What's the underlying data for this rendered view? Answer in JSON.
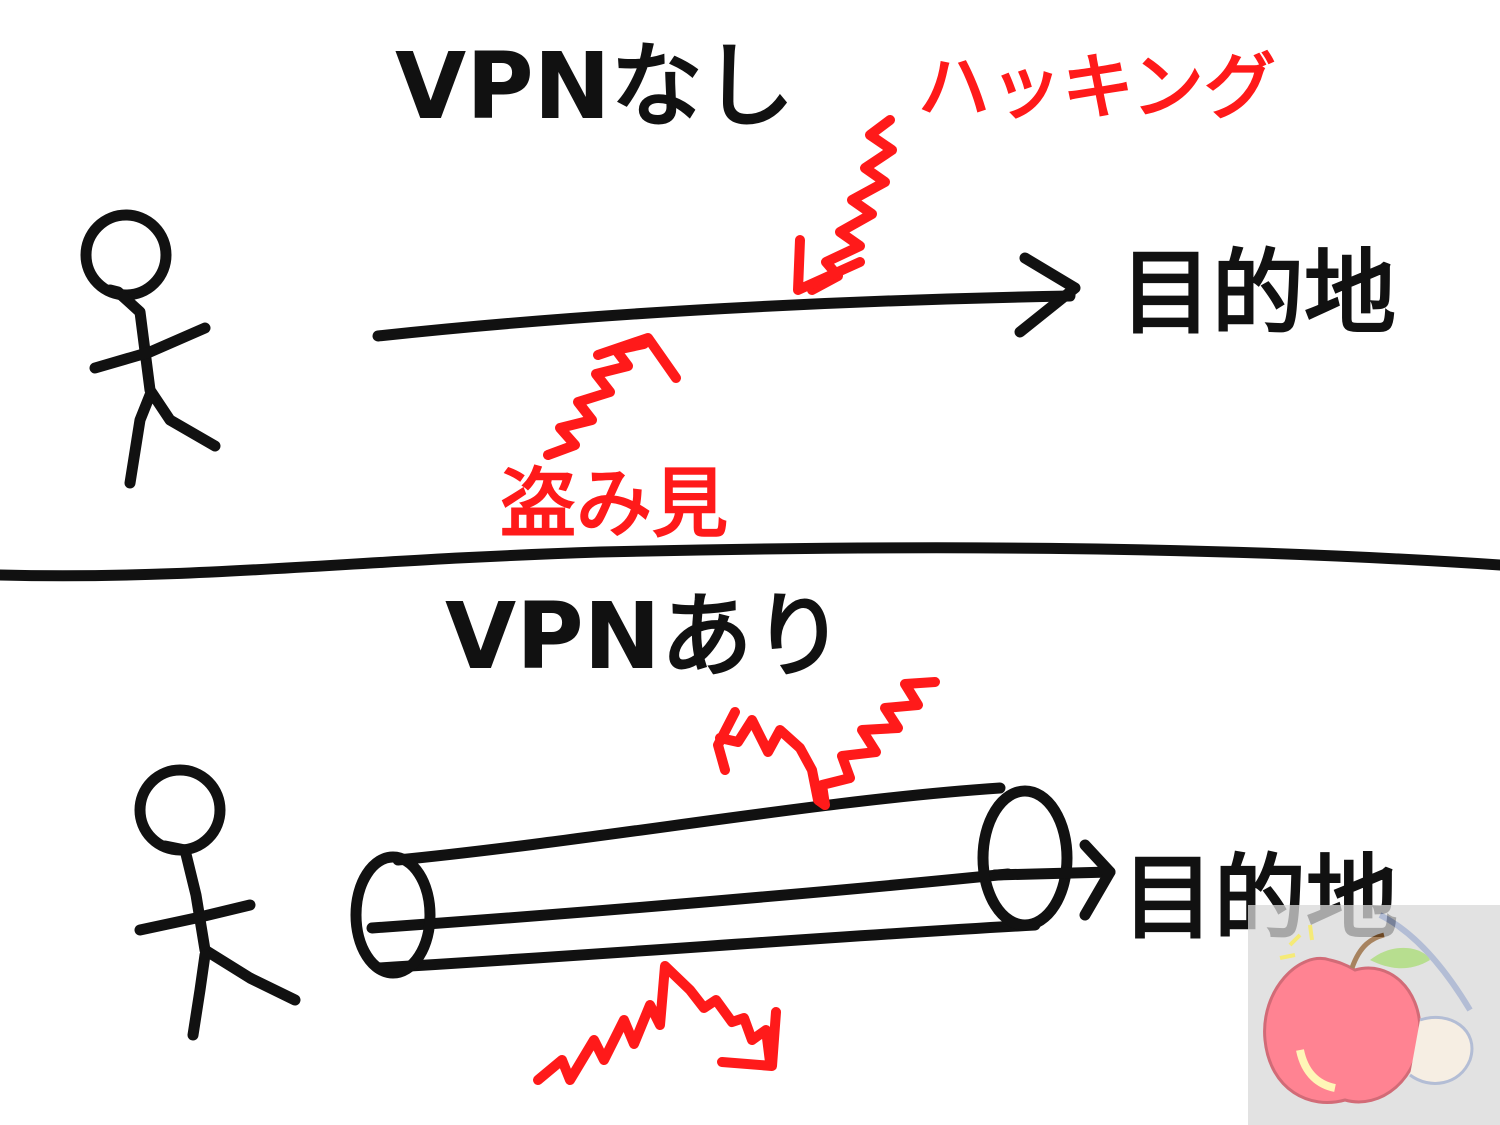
{
  "colors": {
    "ink": "#111111",
    "accent": "#ff1a1a",
    "background": "#ffffff"
  },
  "without_vpn": {
    "title": "VPNなし",
    "destination": "目的地",
    "hacking_label": "ハッキング",
    "peeking_label": "盗み見"
  },
  "with_vpn": {
    "title": "VPNあり",
    "destination": "目的地"
  },
  "icons": [
    "stick-figure-icon",
    "tunnel-icon",
    "wavy-arrow-icon",
    "apple-logo-icon"
  ]
}
